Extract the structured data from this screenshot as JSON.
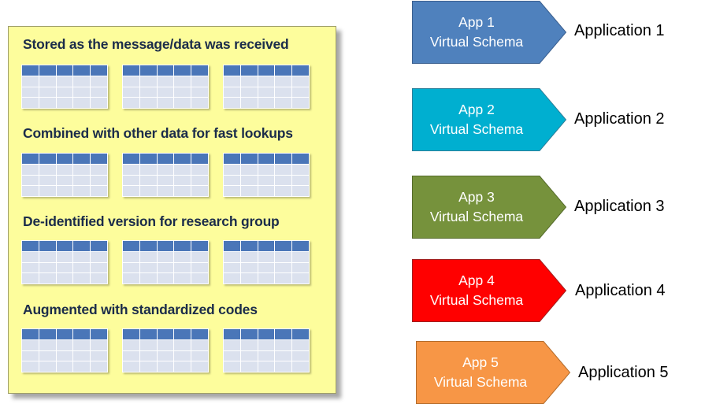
{
  "storage_panel": {
    "sections": [
      {
        "heading": "Stored as the message/data was received"
      },
      {
        "heading": "Combined with other data for fast lookups"
      },
      {
        "heading": "De-identified version for research group"
      },
      {
        "heading": "Augmented with standardized codes"
      }
    ],
    "colors": {
      "panel_fill": "#fdfd9c",
      "table_header": "#4a76b8",
      "table_body": "#dbe1ee",
      "heading_text": "#1b2c4a"
    }
  },
  "applications": [
    {
      "schema_line1": "App 1",
      "schema_line2": "Virtual Schema",
      "app_label": "Application 1",
      "color": "#4f81bd"
    },
    {
      "schema_line1": "App 2",
      "schema_line2": "Virtual Schema",
      "app_label": "Application 2",
      "color": "#00afd0"
    },
    {
      "schema_line1": "App 3",
      "schema_line2": "Virtual Schema",
      "app_label": "Application 3",
      "color": "#76923c"
    },
    {
      "schema_line1": "App 4",
      "schema_line2": "Virtual Schema",
      "app_label": "Application 4",
      "color": "#ff0000"
    },
    {
      "schema_line1": "App 5",
      "schema_line2": "Virtual Schema",
      "app_label": "Application 5",
      "color": "#f79646"
    }
  ]
}
